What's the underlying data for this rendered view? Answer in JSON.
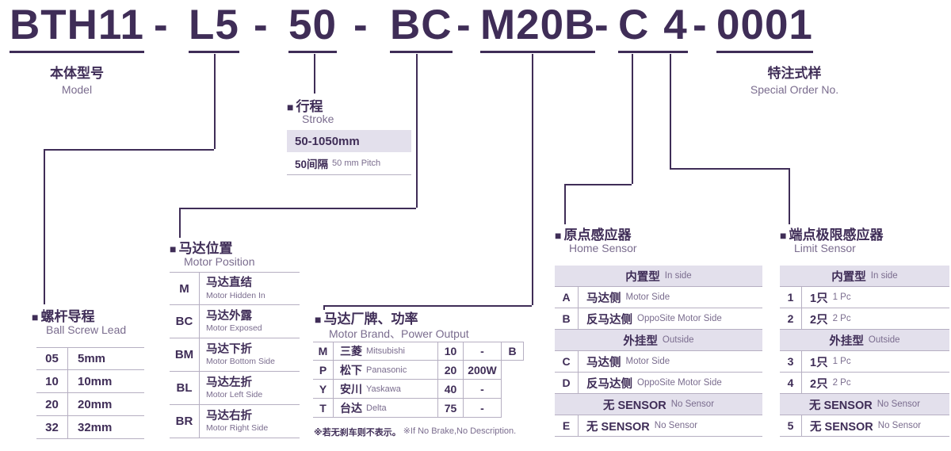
{
  "bullet": "■",
  "colors": {
    "primary": "#3f2d57",
    "secondary": "#7a6c8e",
    "shade": "#e3e0ec",
    "border": "#b6afc2"
  },
  "model_code": {
    "dash": "-",
    "body": "BTH11",
    "lead": "L5",
    "stroke": "50",
    "motor_position": "BC",
    "motor": "M20B",
    "home_sensor": "C",
    "limit_sensor": "4",
    "special": "0001"
  },
  "model_label": {
    "zh": "本体型号",
    "en": "Model"
  },
  "special_label": {
    "zh": "特注式样",
    "en": "Special Order No."
  },
  "stroke": {
    "title_zh": "行程",
    "title_en": "Stroke",
    "range": "50-1050mm",
    "pitch_zh": "50间隔",
    "pitch_en": "50 mm Pitch"
  },
  "ball_screw_lead": {
    "title_zh": "螺杆导程",
    "title_en": "Ball Screw Lead",
    "rows": [
      {
        "code": "05",
        "value": "5mm"
      },
      {
        "code": "10",
        "value": "10mm"
      },
      {
        "code": "20",
        "value": "20mm"
      },
      {
        "code": "32",
        "value": "32mm"
      }
    ]
  },
  "motor_position": {
    "title_zh": "马达位置",
    "title_en": "Motor Position",
    "rows": [
      {
        "code": "M",
        "zh": "马达直结",
        "en": "Motor Hidden In"
      },
      {
        "code": "BC",
        "zh": "马达外露",
        "en": "Motor Exposed"
      },
      {
        "code": "BM",
        "zh": "马达下折",
        "en": "Motor Bottom Side"
      },
      {
        "code": "BL",
        "zh": "马达左折",
        "en": "Motor Left Side"
      },
      {
        "code": "BR",
        "zh": "马达右折",
        "en": "Motor Right Side"
      }
    ]
  },
  "motor_brand": {
    "title_zh": "马达厂牌、功率",
    "title_en": "Motor Brand、Power Output",
    "rows": [
      {
        "code": "M",
        "brand_zh": "三菱",
        "brand_en": "Mitsubishi",
        "output_code": "10",
        "output": "-",
        "brake": "B"
      },
      {
        "code": "P",
        "brand_zh": "松下",
        "brand_en": "Panasonic",
        "output_code": "20",
        "output": "200W",
        "brake": ""
      },
      {
        "code": "Y",
        "brand_zh": "安川",
        "brand_en": "Yaskawa",
        "output_code": "40",
        "output": "-",
        "brake": ""
      },
      {
        "code": "T",
        "brand_zh": "台达",
        "brand_en": "Delta",
        "output_code": "75",
        "output": "-",
        "brake": ""
      }
    ],
    "note_zh": "※若无刹车则不表示。",
    "note_en": "※If No Brake,No Description."
  },
  "home_sensor": {
    "title_zh": "原点感应器",
    "title_en": "Home Sensor",
    "rows": [
      {
        "type": "header",
        "zh": "内置型",
        "en": "In side"
      },
      {
        "type": "data",
        "code": "A",
        "zh": "马达侧",
        "en": "Motor Side"
      },
      {
        "type": "data",
        "code": "B",
        "zh": "反马达侧",
        "en": "OppoSite Motor Side"
      },
      {
        "type": "header",
        "zh": "外挂型",
        "en": "Outside"
      },
      {
        "type": "data",
        "code": "C",
        "zh": "马达侧",
        "en": "Motor Side"
      },
      {
        "type": "data",
        "code": "D",
        "zh": "反马达侧",
        "en": "OppoSite Motor Side"
      },
      {
        "type": "header",
        "zh": "无 SENSOR",
        "en": "No Sensor"
      },
      {
        "type": "data",
        "code": "E",
        "zh": "无 SENSOR",
        "en": "No Sensor"
      }
    ]
  },
  "limit_sensor": {
    "title_zh": "端点极限感应器",
    "title_en": "Limit Sensor",
    "rows": [
      {
        "type": "header",
        "zh": "内置型",
        "en": "In side"
      },
      {
        "type": "data",
        "code": "1",
        "zh": "1只",
        "en": "1 Pc"
      },
      {
        "type": "data",
        "code": "2",
        "zh": "2只",
        "en": "2 Pc"
      },
      {
        "type": "header",
        "zh": "外挂型",
        "en": "Outside"
      },
      {
        "type": "data",
        "code": "3",
        "zh": "1只",
        "en": "1 Pc"
      },
      {
        "type": "data",
        "code": "4",
        "zh": "2只",
        "en": "2 Pc"
      },
      {
        "type": "header",
        "zh": "无 SENSOR",
        "en": "No Sensor"
      },
      {
        "type": "data",
        "code": "5",
        "zh": "无 SENSOR",
        "en": "No Sensor"
      }
    ]
  }
}
